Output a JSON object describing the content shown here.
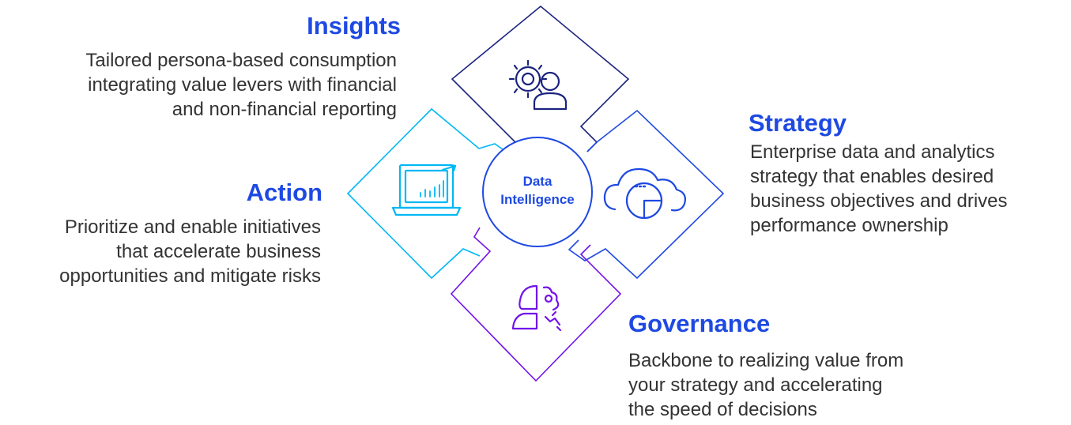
{
  "colors": {
    "blue": "#1e49e2",
    "navy": "#1a237e",
    "cyan": "#00b8f5",
    "purple": "#7213ea",
    "text": "#333333"
  },
  "center": {
    "line1": "Data",
    "line2": "Intelligence",
    "color": "#1e49e2"
  },
  "sections": {
    "insights": {
      "title": "Insights",
      "lines": [
        "Tailored persona-based consumption",
        "integrating value levers with financial",
        "and non-financial reporting"
      ],
      "icon": "gear-person-icon",
      "color": "#1a237e"
    },
    "strategy": {
      "title": "Strategy",
      "lines": [
        "Enterprise data and analytics",
        "strategy that enables desired",
        "business objectives and drives",
        "performance ownership"
      ],
      "icon": "cloud-pie-icon",
      "color": "#1e49e2"
    },
    "action": {
      "title": "Action",
      "lines": [
        "Prioritize and enable initiatives",
        "that accelerate business",
        "opportunities and mitigate risks"
      ],
      "icon": "laptop-chart-icon",
      "color": "#00b8f5"
    },
    "governance": {
      "title": "Governance",
      "lines": [
        "Backbone to realizing value from",
        "your strategy and accelerating",
        "the speed of decisions"
      ],
      "icon": "head-gears-icon",
      "color": "#7213ea"
    }
  }
}
